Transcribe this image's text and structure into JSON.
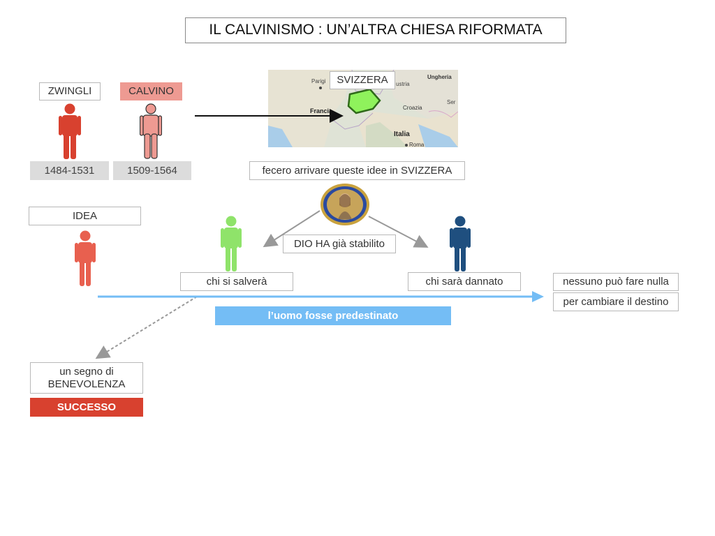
{
  "title": "IL CALVINISMO : UN’ALTRA CHIESA RIFORMATA",
  "reformers": [
    {
      "name": "ZWINGLI",
      "dates": "1484-1531",
      "color": "#d8412f"
    },
    {
      "name": "CALVINO",
      "dates": "1509-1564",
      "color": "#ee9a92"
    }
  ],
  "map": {
    "label": "SVIZZERA",
    "places": [
      "Parigi",
      "Francia",
      "Italia",
      "Roma",
      "Ungheria",
      "Croazia",
      "ustria",
      "Ser"
    ],
    "highlight_color": "#8ff25c"
  },
  "spread_caption": "fecero arrivare queste idee in SVIZZERA",
  "idea_label": "IDEA",
  "god_caption": "DIO HA già stabilito",
  "saved_label": "chi si salverà",
  "damned_label": "chi sarà dannato",
  "predestination_label": "l’uomo fosse predestinato",
  "outcome": [
    "nessuno può fare nulla",
    "per cambiare il destino"
  ],
  "sign_label": "un segno di BENEVOLENZA",
  "success_label": "SUCCESSO",
  "colors": {
    "idea_figure": "#e8604f",
    "saved_figure": "#8fe36a",
    "damned_figure": "#1f4f7f",
    "arrow_blue": "#74bdf5"
  }
}
